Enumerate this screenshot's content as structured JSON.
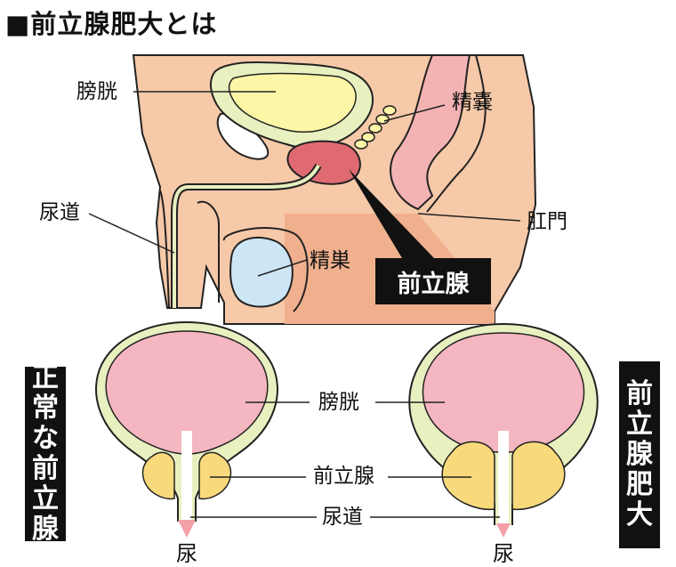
{
  "title": "■前立腺肥大とは",
  "top_labels": {
    "bladder": "膀胱",
    "seminal_vesicle": "精嚢",
    "urethra": "尿道",
    "anus": "肛門",
    "testis": "精巣",
    "prostate": "前立腺"
  },
  "bottom_labels": {
    "bladder": "膀胱",
    "prostate": "前立腺",
    "urethra": "尿道",
    "urine_left": "尿",
    "urine_right": "尿"
  },
  "side_labels": {
    "normal": [
      "正",
      "常",
      "な",
      "前",
      "立",
      "腺"
    ],
    "enlarged": [
      "前",
      "立",
      "腺",
      "肥",
      "大"
    ]
  },
  "colors": {
    "skin": "#f6c9a8",
    "skin_dark": "#f0b08e",
    "bladder_fill": "#fdf6a6",
    "prostate_fill": "#e06a72",
    "bladder_pink": "#f4b6c0",
    "wall_green": "#e8f0c0",
    "gland_yellow": "#f8d97c",
    "testis_blue": "#cde6f5",
    "rectum_pink": "#f4b3b3"
  }
}
